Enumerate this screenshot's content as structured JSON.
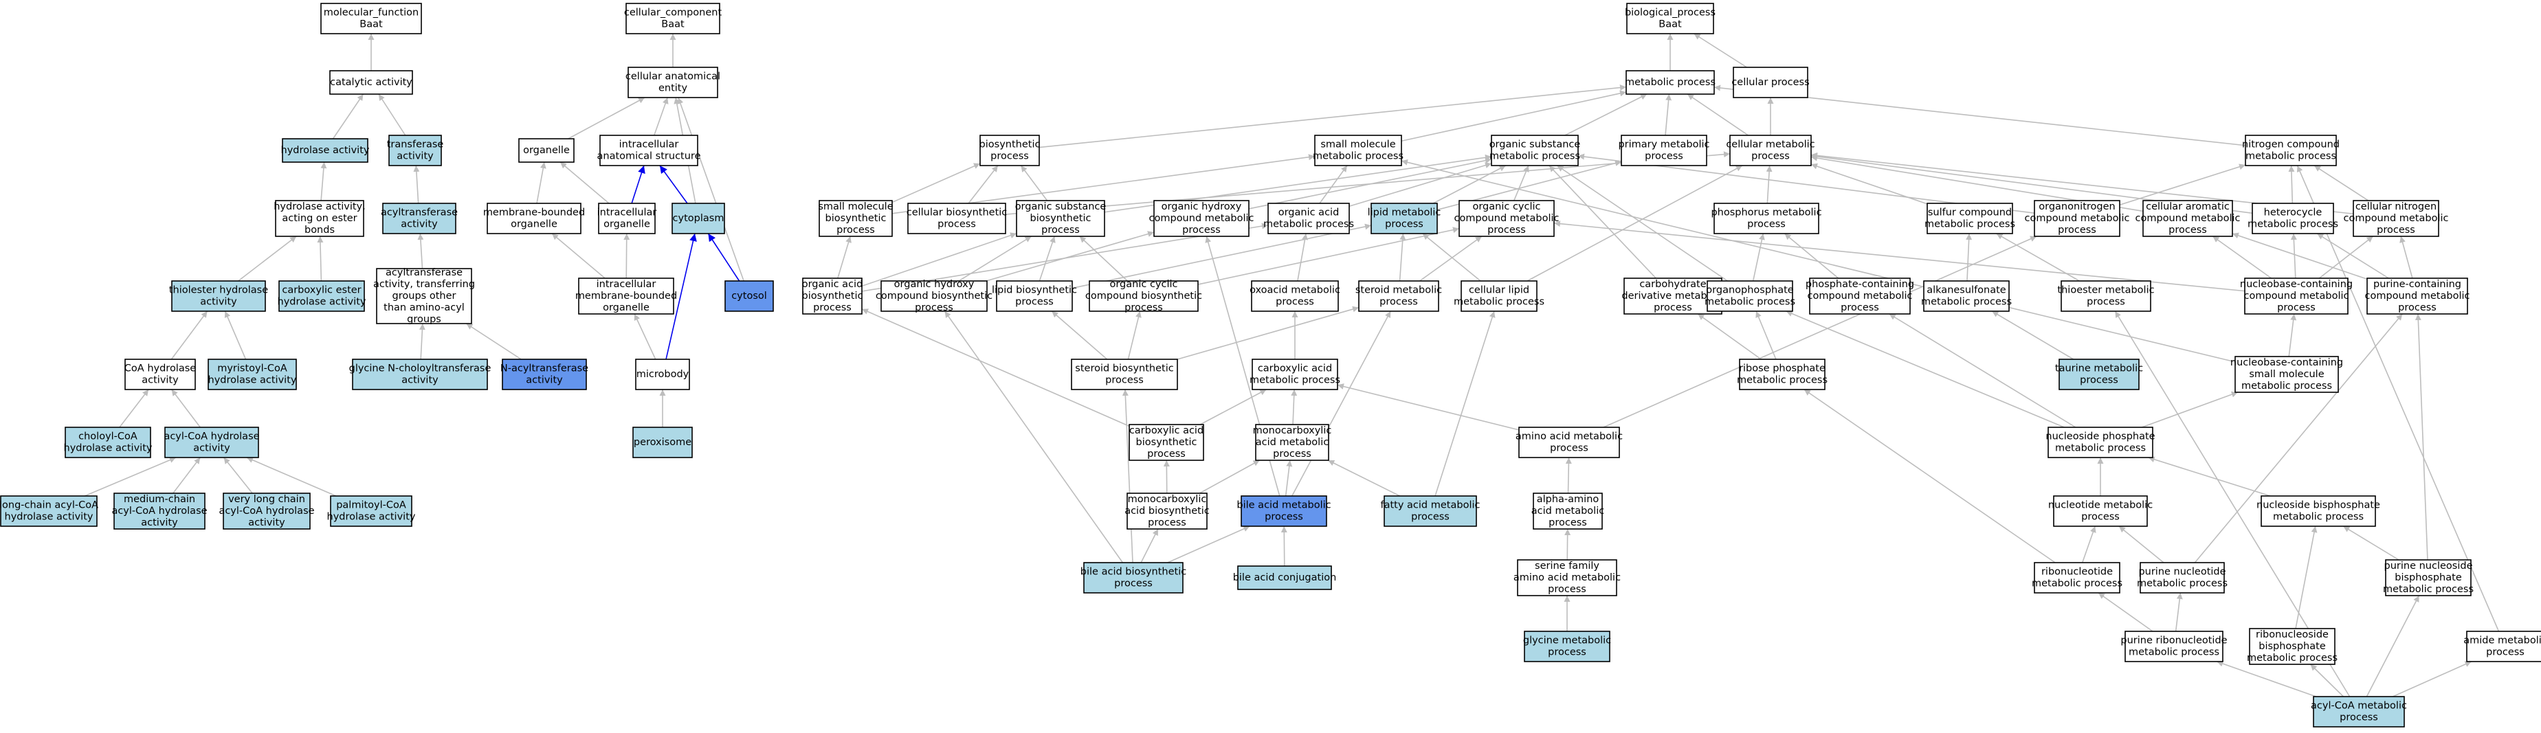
{
  "colors": {
    "plain": "#ffffff",
    "light": "#add8e6",
    "dark": "#6495ed",
    "edge_gray": "#bdbdbd",
    "edge_blue": "#0000ee",
    "text": "#000000"
  },
  "nodes": [
    {
      "id": "mf",
      "lines": [
        "molecular_function",
        "Baat"
      ],
      "fill": "plain"
    },
    {
      "id": "cat",
      "lines": [
        "catalytic activity"
      ],
      "fill": "plain"
    },
    {
      "id": "hydro",
      "lines": [
        "hydrolase activity"
      ],
      "fill": "light"
    },
    {
      "id": "transf",
      "lines": [
        "transferase",
        "activity"
      ],
      "fill": "light"
    },
    {
      "id": "hester",
      "lines": [
        "hydrolase activity,",
        "acting on ester",
        "bonds"
      ],
      "fill": "plain"
    },
    {
      "id": "acyltr",
      "lines": [
        "acyltransferase",
        "activity"
      ],
      "fill": "light"
    },
    {
      "id": "thioe",
      "lines": [
        "thiolester hydrolase",
        "activity"
      ],
      "fill": "light"
    },
    {
      "id": "carbox",
      "lines": [
        "carboxylic ester",
        "hydrolase activity"
      ],
      "fill": "light"
    },
    {
      "id": "acyltr2",
      "lines": [
        "acyltransferase",
        "activity, transferring",
        "groups other",
        "than amino-acyl",
        "groups"
      ],
      "fill": "plain"
    },
    {
      "id": "coah",
      "lines": [
        "CoA hydrolase",
        "activity"
      ],
      "fill": "plain"
    },
    {
      "id": "myrist",
      "lines": [
        "myristoyl-CoA",
        "hydrolase activity"
      ],
      "fill": "light"
    },
    {
      "id": "glyNch",
      "lines": [
        "glycine N-choloyltransferase",
        "activity"
      ],
      "fill": "light"
    },
    {
      "id": "nacyl",
      "lines": [
        "N-acyltransferase",
        "activity"
      ],
      "fill": "dark"
    },
    {
      "id": "cholcoa",
      "lines": [
        "choloyl-CoA",
        "hydrolase activity"
      ],
      "fill": "light"
    },
    {
      "id": "acylcoah",
      "lines": [
        "acyl-CoA hydrolase",
        "activity"
      ],
      "fill": "light"
    },
    {
      "id": "lcacyl",
      "lines": [
        "long-chain acyl-CoA",
        "hydrolase activity"
      ],
      "fill": "light"
    },
    {
      "id": "mcacyl",
      "lines": [
        "medium-chain",
        "acyl-CoA hydrolase",
        "activity"
      ],
      "fill": "light"
    },
    {
      "id": "vlcacyl",
      "lines": [
        "very long chain",
        "acyl-CoA hydrolase",
        "activity"
      ],
      "fill": "light"
    },
    {
      "id": "palm",
      "lines": [
        "palmitoyl-CoA",
        "hydrolase activity"
      ],
      "fill": "light"
    },
    {
      "id": "cc",
      "lines": [
        "cellular_component",
        "Baat"
      ],
      "fill": "plain"
    },
    {
      "id": "cae",
      "lines": [
        "cellular anatomical",
        "entity"
      ],
      "fill": "plain"
    },
    {
      "id": "organelle",
      "lines": [
        "organelle"
      ],
      "fill": "plain"
    },
    {
      "id": "ias",
      "lines": [
        "intracellular",
        "anatomical structure"
      ],
      "fill": "plain"
    },
    {
      "id": "mbo",
      "lines": [
        "membrane-bounded",
        "organelle"
      ],
      "fill": "plain"
    },
    {
      "id": "io",
      "lines": [
        "intracellular",
        "organelle"
      ],
      "fill": "plain"
    },
    {
      "id": "cyto",
      "lines": [
        "cytoplasm"
      ],
      "fill": "light"
    },
    {
      "id": "cytosol",
      "lines": [
        "cytosol"
      ],
      "fill": "dark"
    },
    {
      "id": "imbo",
      "lines": [
        "intracellular",
        "membrane-bounded",
        "organelle"
      ],
      "fill": "plain"
    },
    {
      "id": "micro",
      "lines": [
        "microbody"
      ],
      "fill": "plain"
    },
    {
      "id": "perox",
      "lines": [
        "peroxisome"
      ],
      "fill": "light"
    },
    {
      "id": "bp",
      "lines": [
        "biological_process",
        "Baat"
      ],
      "fill": "plain"
    },
    {
      "id": "metab",
      "lines": [
        "metabolic process"
      ],
      "fill": "plain"
    },
    {
      "id": "cellp",
      "lines": [
        "cellular process"
      ],
      "fill": "plain"
    },
    {
      "id": "biosyn",
      "lines": [
        "biosynthetic",
        "process"
      ],
      "fill": "plain"
    },
    {
      "id": "smmp",
      "lines": [
        "small molecule",
        "metabolic process"
      ],
      "fill": "plain"
    },
    {
      "id": "osmp",
      "lines": [
        "organic substance",
        "metabolic process"
      ],
      "fill": "plain"
    },
    {
      "id": "primary",
      "lines": [
        "primary metabolic",
        "process"
      ],
      "fill": "plain"
    },
    {
      "id": "cellmet",
      "lines": [
        "cellular metabolic",
        "process"
      ],
      "fill": "plain"
    },
    {
      "id": "ncmp",
      "lines": [
        "nitrogen compound",
        "metabolic process"
      ],
      "fill": "plain"
    },
    {
      "id": "smbp",
      "lines": [
        "small molecule",
        "biosynthetic",
        "process"
      ],
      "fill": "plain"
    },
    {
      "id": "cbp",
      "lines": [
        "cellular biosynthetic",
        "process"
      ],
      "fill": "plain"
    },
    {
      "id": "osbp",
      "lines": [
        "organic substance",
        "biosynthetic",
        "process"
      ],
      "fill": "plain"
    },
    {
      "id": "ohcmp",
      "lines": [
        "organic hydroxy",
        "compound metabolic",
        "process"
      ],
      "fill": "plain"
    },
    {
      "id": "oamp",
      "lines": [
        "organic acid",
        "metabolic process"
      ],
      "fill": "plain"
    },
    {
      "id": "lipid",
      "lines": [
        "lipid metabolic",
        "process"
      ],
      "fill": "light"
    },
    {
      "id": "occmp",
      "lines": [
        "organic cyclic",
        "compound metabolic",
        "process"
      ],
      "fill": "plain"
    },
    {
      "id": "phosmp",
      "lines": [
        "phosphorus metabolic",
        "process"
      ],
      "fill": "plain"
    },
    {
      "id": "sulfur",
      "lines": [
        "sulfur compound",
        "metabolic process"
      ],
      "fill": "plain"
    },
    {
      "id": "orgN",
      "lines": [
        "organonitrogen",
        "compound metabolic",
        "process"
      ],
      "fill": "plain"
    },
    {
      "id": "cacmp",
      "lines": [
        "cellular aromatic",
        "compound metabolic",
        "process"
      ],
      "fill": "plain"
    },
    {
      "id": "hetero",
      "lines": [
        "heterocycle",
        "metabolic process"
      ],
      "fill": "plain"
    },
    {
      "id": "cncmp",
      "lines": [
        "cellular nitrogen",
        "compound metabolic",
        "process"
      ],
      "fill": "plain"
    },
    {
      "id": "oabp",
      "lines": [
        "organic acid",
        "biosynthetic",
        "process"
      ],
      "fill": "plain"
    },
    {
      "id": "ohcbp",
      "lines": [
        "organic hydroxy",
        "compound biosynthetic",
        "process"
      ],
      "fill": "plain"
    },
    {
      "id": "lbp",
      "lines": [
        "lipid biosynthetic",
        "process"
      ],
      "fill": "plain"
    },
    {
      "id": "occbp",
      "lines": [
        "organic cyclic",
        "compound biosynthetic",
        "process"
      ],
      "fill": "plain"
    },
    {
      "id": "oxoacid",
      "lines": [
        "oxoacid metabolic",
        "process"
      ],
      "fill": "plain"
    },
    {
      "id": "steroidmp",
      "lines": [
        "steroid metabolic",
        "process"
      ],
      "fill": "plain"
    },
    {
      "id": "clmp",
      "lines": [
        "cellular lipid",
        "metabolic process"
      ],
      "fill": "plain"
    },
    {
      "id": "carbdmp",
      "lines": [
        "carbohydrate",
        "derivative metabolic",
        "process"
      ],
      "fill": "plain"
    },
    {
      "id": "orgPmp",
      "lines": [
        "organophosphate",
        "metabolic process"
      ],
      "fill": "plain"
    },
    {
      "id": "pccmp",
      "lines": [
        "phosphate-containing",
        "compound metabolic",
        "process"
      ],
      "fill": "plain"
    },
    {
      "id": "alkane",
      "lines": [
        "alkanesulfonate",
        "metabolic process"
      ],
      "fill": "plain"
    },
    {
      "id": "thioester",
      "lines": [
        "thioester metabolic",
        "process"
      ],
      "fill": "plain"
    },
    {
      "id": "nbccmp",
      "lines": [
        "nucleobase-containing",
        "compound metabolic",
        "process"
      ],
      "fill": "plain"
    },
    {
      "id": "purcmp",
      "lines": [
        "purine-containing",
        "compound metabolic",
        "process"
      ],
      "fill": "plain"
    },
    {
      "id": "steroidbp",
      "lines": [
        "steroid biosynthetic",
        "process"
      ],
      "fill": "plain"
    },
    {
      "id": "caamp",
      "lines": [
        "carboxylic acid",
        "metabolic process"
      ],
      "fill": "plain"
    },
    {
      "id": "ribose",
      "lines": [
        "ribose phosphate",
        "metabolic process"
      ],
      "fill": "plain"
    },
    {
      "id": "taurine",
      "lines": [
        "taurine metabolic",
        "process"
      ],
      "fill": "light"
    },
    {
      "id": "nbcsm",
      "lines": [
        "nucleobase-containing",
        "small molecule",
        "metabolic process"
      ],
      "fill": "plain"
    },
    {
      "id": "caabp",
      "lines": [
        "carboxylic acid",
        "biosynthetic",
        "process"
      ],
      "fill": "plain"
    },
    {
      "id": "mcamp",
      "lines": [
        "monocarboxylic",
        "acid metabolic",
        "process"
      ],
      "fill": "plain"
    },
    {
      "id": "aamp",
      "lines": [
        "amino acid metabolic",
        "process"
      ],
      "fill": "plain"
    },
    {
      "id": "nucphos",
      "lines": [
        "nucleoside phosphate",
        "metabolic process"
      ],
      "fill": "plain"
    },
    {
      "id": "mcabp",
      "lines": [
        "monocarboxylic",
        "acid biosynthetic",
        "process"
      ],
      "fill": "plain"
    },
    {
      "id": "bamp",
      "lines": [
        "bile acid metabolic",
        "process"
      ],
      "fill": "dark"
    },
    {
      "id": "famp",
      "lines": [
        "fatty acid metabolic",
        "process"
      ],
      "fill": "light"
    },
    {
      "id": "alpha",
      "lines": [
        "alpha-amino",
        "acid metabolic",
        "process"
      ],
      "fill": "plain"
    },
    {
      "id": "nucmp",
      "lines": [
        "nucleotide metabolic",
        "process"
      ],
      "fill": "plain"
    },
    {
      "id": "nucbis",
      "lines": [
        "nucleoside bisphosphate",
        "metabolic process"
      ],
      "fill": "plain"
    },
    {
      "id": "babp",
      "lines": [
        "bile acid biosynthetic",
        "process"
      ],
      "fill": "light"
    },
    {
      "id": "baconj",
      "lines": [
        "bile acid conjugation"
      ],
      "fill": "light"
    },
    {
      "id": "serine",
      "lines": [
        "serine family",
        "amino acid metabolic",
        "process"
      ],
      "fill": "plain"
    },
    {
      "id": "ribonuc",
      "lines": [
        "ribonucleotide",
        "metabolic process"
      ],
      "fill": "plain"
    },
    {
      "id": "purnuc",
      "lines": [
        "purine nucleotide",
        "metabolic process"
      ],
      "fill": "plain"
    },
    {
      "id": "purbis",
      "lines": [
        "purine nucleoside",
        "bisphosphate",
        "metabolic process"
      ],
      "fill": "plain"
    },
    {
      "id": "glycine",
      "lines": [
        "glycine metabolic",
        "process"
      ],
      "fill": "light"
    },
    {
      "id": "purribo",
      "lines": [
        "purine ribonucleotide",
        "metabolic process"
      ],
      "fill": "plain"
    },
    {
      "id": "ribobis",
      "lines": [
        "ribonucleoside",
        "bisphosphate",
        "metabolic process"
      ],
      "fill": "plain"
    },
    {
      "id": "amide",
      "lines": [
        "amide metabolic",
        "process"
      ],
      "fill": "plain"
    },
    {
      "id": "acylcoamp",
      "lines": [
        "acyl-CoA metabolic",
        "process"
      ],
      "fill": "light"
    }
  ],
  "edges": [
    [
      "cat",
      "mf"
    ],
    [
      "hydro",
      "cat"
    ],
    [
      "transf",
      "cat"
    ],
    [
      "hester",
      "hydro"
    ],
    [
      "acyltr",
      "transf"
    ],
    [
      "thioe",
      "hester"
    ],
    [
      "carbox",
      "hester"
    ],
    [
      "acyltr2",
      "acyltr"
    ],
    [
      "coah",
      "thioe"
    ],
    [
      "myrist",
      "thioe"
    ],
    [
      "glyNch",
      "acyltr2"
    ],
    [
      "nacyl",
      "acyltr2"
    ],
    [
      "cholcoa",
      "coah"
    ],
    [
      "acylcoah",
      "coah"
    ],
    [
      "lcacyl",
      "acylcoah"
    ],
    [
      "mcacyl",
      "acylcoah"
    ],
    [
      "vlcacyl",
      "acylcoah"
    ],
    [
      "palm",
      "acylcoah"
    ],
    [
      "cae",
      "cc"
    ],
    [
      "organelle",
      "cae"
    ],
    [
      "ias",
      "cae"
    ],
    [
      "mbo",
      "organelle"
    ],
    [
      "io",
      "organelle"
    ],
    [
      "cyto",
      "cae"
    ],
    [
      "cytosol",
      "cae"
    ],
    [
      "imbo",
      "mbo"
    ],
    [
      "imbo",
      "io"
    ],
    [
      "micro",
      "imbo"
    ],
    [
      "perox",
      "micro"
    ],
    [
      "io",
      "ias",
      "blue"
    ],
    [
      "cyto",
      "ias",
      "blue"
    ],
    [
      "cytosol",
      "cyto",
      "blue"
    ],
    [
      "micro",
      "cyto",
      "blue"
    ],
    [
      "metab",
      "bp"
    ],
    [
      "cellp",
      "bp"
    ],
    [
      "biosyn",
      "metab"
    ],
    [
      "smmp",
      "metab"
    ],
    [
      "osmp",
      "metab"
    ],
    [
      "primary",
      "metab"
    ],
    [
      "cellmet",
      "metab"
    ],
    [
      "cellmet",
      "cellp"
    ],
    [
      "ncmp",
      "metab"
    ],
    [
      "smbp",
      "biosyn"
    ],
    [
      "smbp",
      "smmp"
    ],
    [
      "cbp",
      "biosyn"
    ],
    [
      "cbp",
      "cellmet"
    ],
    [
      "osbp",
      "biosyn"
    ],
    [
      "osbp",
      "osmp"
    ],
    [
      "ohcmp",
      "osmp"
    ],
    [
      "oamp",
      "smmp"
    ],
    [
      "oamp",
      "osmp"
    ],
    [
      "lipid",
      "primary"
    ],
    [
      "lipid",
      "osmp"
    ],
    [
      "occmp",
      "osmp"
    ],
    [
      "phosmp",
      "cellmet"
    ],
    [
      "sulfur",
      "cellmet"
    ],
    [
      "orgN",
      "ncmp"
    ],
    [
      "orgN",
      "osmp"
    ],
    [
      "cacmp",
      "cellmet"
    ],
    [
      "hetero",
      "cellmet"
    ],
    [
      "hetero",
      "ncmp"
    ],
    [
      "cncmp",
      "cellmet"
    ],
    [
      "cncmp",
      "ncmp"
    ],
    [
      "oabp",
      "smbp"
    ],
    [
      "oabp",
      "oamp"
    ],
    [
      "oabp",
      "osbp"
    ],
    [
      "ohcbp",
      "ohcmp"
    ],
    [
      "ohcbp",
      "osbp"
    ],
    [
      "lbp",
      "lipid"
    ],
    [
      "lbp",
      "osbp"
    ],
    [
      "occbp",
      "occmp"
    ],
    [
      "occbp",
      "osbp"
    ],
    [
      "oxoacid",
      "oamp"
    ],
    [
      "steroidmp",
      "lipid"
    ],
    [
      "steroidmp",
      "occmp"
    ],
    [
      "clmp",
      "lipid"
    ],
    [
      "clmp",
      "cellmet"
    ],
    [
      "carbdmp",
      "osmp"
    ],
    [
      "orgPmp",
      "phosmp"
    ],
    [
      "orgPmp",
      "osmp"
    ],
    [
      "pccmp",
      "phosmp"
    ],
    [
      "alkane",
      "sulfur"
    ],
    [
      "thioester",
      "sulfur"
    ],
    [
      "nbccmp",
      "cacmp"
    ],
    [
      "nbccmp",
      "hetero"
    ],
    [
      "nbccmp",
      "occmp"
    ],
    [
      "nbccmp",
      "cncmp"
    ],
    [
      "purcmp",
      "cacmp"
    ],
    [
      "purcmp",
      "hetero"
    ],
    [
      "purcmp",
      "cncmp"
    ],
    [
      "steroidbp",
      "lbp"
    ],
    [
      "steroidbp",
      "occbp"
    ],
    [
      "steroidbp",
      "steroidmp"
    ],
    [
      "caamp",
      "oxoacid"
    ],
    [
      "ribose",
      "carbdmp"
    ],
    [
      "ribose",
      "orgPmp"
    ],
    [
      "taurine",
      "alkane"
    ],
    [
      "nbcsm",
      "nbccmp"
    ],
    [
      "nbcsm",
      "smmp"
    ],
    [
      "caabp",
      "caamp"
    ],
    [
      "caabp",
      "oabp"
    ],
    [
      "mcamp",
      "caamp"
    ],
    [
      "aamp",
      "caamp"
    ],
    [
      "aamp",
      "orgN"
    ],
    [
      "nucphos",
      "orgPmp"
    ],
    [
      "nucphos",
      "nbcsm"
    ],
    [
      "nucphos",
      "pccmp"
    ],
    [
      "mcabp",
      "caabp"
    ],
    [
      "mcabp",
      "mcamp"
    ],
    [
      "bamp",
      "mcamp"
    ],
    [
      "bamp",
      "steroidmp"
    ],
    [
      "bamp",
      "ohcmp"
    ],
    [
      "famp",
      "mcamp"
    ],
    [
      "famp",
      "clmp"
    ],
    [
      "alpha",
      "aamp"
    ],
    [
      "nucmp",
      "nucphos"
    ],
    [
      "nucbis",
      "nucphos"
    ],
    [
      "babp",
      "bamp"
    ],
    [
      "babp",
      "mcabp"
    ],
    [
      "babp",
      "steroidbp"
    ],
    [
      "babp",
      "ohcbp"
    ],
    [
      "baconj",
      "bamp"
    ],
    [
      "serine",
      "alpha"
    ],
    [
      "ribonuc",
      "nucmp"
    ],
    [
      "ribonuc",
      "ribose"
    ],
    [
      "purnuc",
      "nucmp"
    ],
    [
      "purnuc",
      "purcmp"
    ],
    [
      "purbis",
      "nucbis"
    ],
    [
      "purbis",
      "purcmp"
    ],
    [
      "glycine",
      "serine"
    ],
    [
      "purribo",
      "ribonuc"
    ],
    [
      "purribo",
      "purnuc"
    ],
    [
      "ribobis",
      "nucbis"
    ],
    [
      "amide",
      "ncmp"
    ],
    [
      "acylcoamp",
      "purribo"
    ],
    [
      "acylcoamp",
      "ribobis"
    ],
    [
      "acylcoamp",
      "purbis"
    ],
    [
      "acylcoamp",
      "amide"
    ],
    [
      "acylcoamp",
      "thioester"
    ]
  ]
}
